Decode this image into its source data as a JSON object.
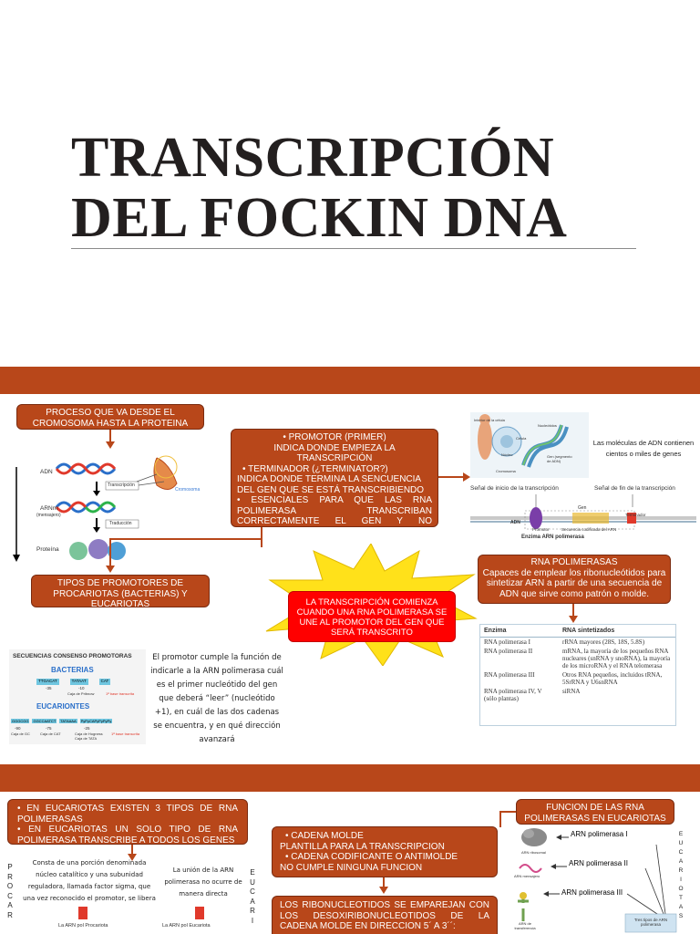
{
  "title": {
    "line1": "TRANSCRIPCIÓN",
    "line2": "DEL FOCKIN DNA"
  },
  "slide2": {
    "proceso_box": "PROCESO QUE VA DESDE EL CROMOSOMA HASTA LA PROTEINA",
    "diagram_labels": {
      "adn": "ADN",
      "arnm": "ARNm",
      "arnm_sub": "(mensajero)",
      "proteina": "Proteína",
      "transcripcion": "Transcripción",
      "traduccion": "Traducción",
      "cromosoma": "Cromosoma"
    },
    "promotor_box": {
      "b1": "PROMOTOR (PRIMER)",
      "t1": "INDICA DONDE EMPIEZA LA TRANSCRIPCIÓN",
      "b2": "TERMINADOR (¿TERMINATOR?)",
      "t2": "INDICA DONDE TERMINA LA SENCUENCIA DEL GEN QUE SE ESTÁ TRANSCRIBIENDO",
      "b3": "ESENCIALES PARA QUE LAS RNA POLIMERASA TRANSCRIBAN CORRECTAMENTE EL GEN Y NO TRANSCRIBA LO QUE NO SON GENES"
    },
    "dna_panel": {
      "text": "Las moléculas de ADN contienen cientos o miles de genes",
      "inicio": "Señal de inicio de la transcripción",
      "fin": "Señal de fin de la transcripción",
      "gen": "Gen",
      "adn": "ADN",
      "promotor": "Promotor",
      "terminador": "Terminador",
      "secuencia": "Secuencia codificada del ARN",
      "enzima": "Enzima ARN polimerasa",
      "interior": "Interior de la célula",
      "nucleotidos": "Nucleótidos",
      "celula": "Célula",
      "cromosoma": "Cromosoma",
      "gen_label": "Gen (segmento de ADN)",
      "nucleo": "Núcleo"
    },
    "tipos_box": "TIPOS DE PROMOTORES DE PROCARIOTAS (BACTERIAS) Y EUCARIOTAS",
    "burst_text": "LA TRANSCRIPCIÓN COMIENZA CUANDO UNA RNA POLIMERASA SE UNE AL PROMOTOR DEL GEN QUE SERÁ TRANSCRITO",
    "rna_pol_box": {
      "title": "RNA POLIMERASAS",
      "text": "Capaces de emplear los ribonucleótidos para sintetizar ARN a partir de una secuencia de ADN que sirve como patrón o molde."
    },
    "table": {
      "headers": [
        "Enzima",
        "RNA sintetizados"
      ],
      "rows": [
        [
          "RNA polimerasa I",
          "rRNA mayores (28S, 18S, 5.8S)"
        ],
        [
          "RNA polimerasa II",
          "mRNA, la mayoría de los pequeños RNA nucleares (snRNA y snoRNA), la mayoría de los microRNA y el RNA telomerasa"
        ],
        [
          "RNA polimerasa III",
          "Otros RNA pequeños, incluidos tRNA, 5SrRNA y U6snRNA"
        ],
        [
          "RNA polimerasa IV, V (sólo plantas)",
          "siRNA"
        ]
      ]
    },
    "consenso": {
      "title": "SECUENCIAS CONSENSO PROMOTORAS",
      "bacterias": "BACTERIAS",
      "eucariontes": "EUCARIONTES",
      "b_seq": [
        "TTGACAT",
        "TATAAT",
        "CAT"
      ],
      "b_pos": [
        "-35",
        "-10"
      ],
      "b_notes": [
        "Caja de Pribnow",
        "1ª base transcrita"
      ],
      "e_seq": [
        "GGGCGG",
        "GGCCAATCT",
        "TATAAAA",
        "PyPyCAPyPyPyPy"
      ],
      "e_pos": [
        "-90",
        "-75",
        "-25"
      ],
      "e_notes": [
        "Caja de GC",
        "Caja de CAT",
        "Caja de Hogness Caja de TATA",
        "1ª base transcrita"
      ]
    },
    "promotor_note": "El promotor cumple la función de indicarle a la ARN polimerasa cuál es el primer nucleótido del gen que deberá “leer” (nucleótido +1), en cuál de las dos cadenas se encuentra, y en qué dirección avanzará"
  },
  "slide3": {
    "euk_box": {
      "b1": "EN EUCARIOTAS EXISTEN 3 TIPOS DE RNA POLIMERASAS",
      "b2": "EN EUCARIOTAS UN SOLO TIPO DE RNA POLIMERASA TRANSCRIBE A TODOS LOS GENES"
    },
    "procariota_vertical": [
      "P",
      "R",
      "O",
      "C",
      "A",
      "R"
    ],
    "proc_note": "Consta de una porción denominada núcleo catalítico y una subunidad reguladora, llamada factor sigma, que una vez reconocido el promotor, se libera",
    "euc_note": "La unión de la ARN polimerasa no ocurre de manera directa",
    "proc_label": "La ARN pol Procariota",
    "euc_label": "La ARN pol Eucariota",
    "euc_vertical_mid": [
      "E",
      "U",
      "C",
      "A",
      "R",
      "I"
    ],
    "cadena_box": {
      "b1": "CADENA MOLDE",
      "t1": "PLANTILLA PARA LA TRANSCRIPCION",
      "b2": "CADENA CODIFICANTE O ANTIMOLDE",
      "t2": "NO CUMPLE NINGUNA FUNCION"
    },
    "ribo_box": {
      "text": "LOS RIBONUCLEOTIDOS SE EMPAREJAN CON LOS DESOXIRIBONUCLEOTIDOS DE LA CADENA MOLDE EN DIRECCION 5´ A 3´´:"
    },
    "funcion_box": "FUNCION DE LAS RNA POLIMERASAS EN EUCARIOTAS",
    "pols": [
      "ARN polimerasa I",
      "ARN polimerasa II",
      "ARN polimerasa III"
    ],
    "pol_subs": [
      "ARN ribosomal",
      "ARN mensajero",
      "ARN de transferencia"
    ],
    "tres_tipos": "Tres tipos de ARN polimerasa",
    "eucariotas_vertical": [
      "E",
      "U",
      "C",
      "A",
      "R",
      "I",
      "O",
      "T",
      "A",
      "S"
    ]
  },
  "colors": {
    "brand": "#b8471a",
    "burst": "#ff0000",
    "burst_outer": "#ffe11a"
  }
}
